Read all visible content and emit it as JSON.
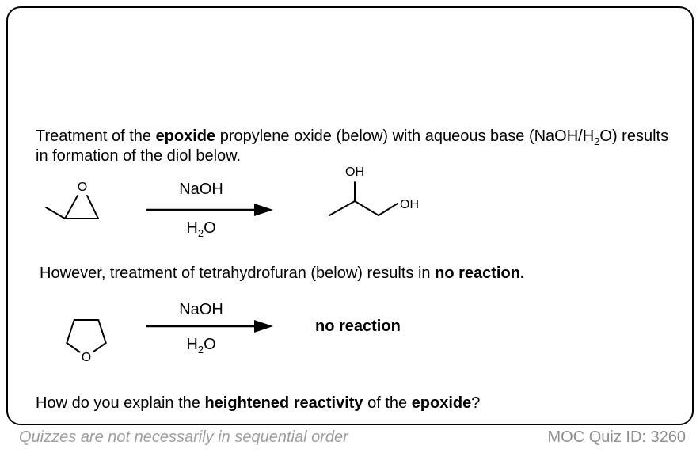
{
  "question": {
    "paragraph1": {
      "part1": "Treatment of the ",
      "bold1": "epoxide",
      "part2": " propylene oxide (below) with aqueous base (NaOH/H",
      "sub1": "2",
      "part3": "O) results in formation of the diol below."
    },
    "paragraph2": {
      "part1": "However, treatment of tetrahydrofuran (below) results in ",
      "bold1": "no reaction."
    },
    "paragraph3": {
      "part1": "How do you explain the ",
      "bold1": "heightened reactivity",
      "part2": " of the ",
      "bold2": "epoxide",
      "part3": "?"
    }
  },
  "reaction1": {
    "reactant": {
      "oxygen_label": "O"
    },
    "conditions": {
      "above": "NaOH",
      "below_h": "H",
      "below_sub": "2",
      "below_o": "O"
    },
    "product": {
      "oh_top": "OH",
      "oh_right": "OH"
    }
  },
  "reaction2": {
    "reactant": {
      "oxygen_label": "O"
    },
    "conditions": {
      "above": "NaOH",
      "below_h": "H",
      "below_sub": "2",
      "below_o": "O"
    },
    "result": "no reaction"
  },
  "footer": {
    "left": "Quizzes are not necessarily in sequential order",
    "right": "MOC Quiz ID: 3260"
  },
  "colors": {
    "ink": "#000000",
    "footer_left_gray": "#9e9e9e",
    "footer_right_gray": "#8f8f8f"
  }
}
